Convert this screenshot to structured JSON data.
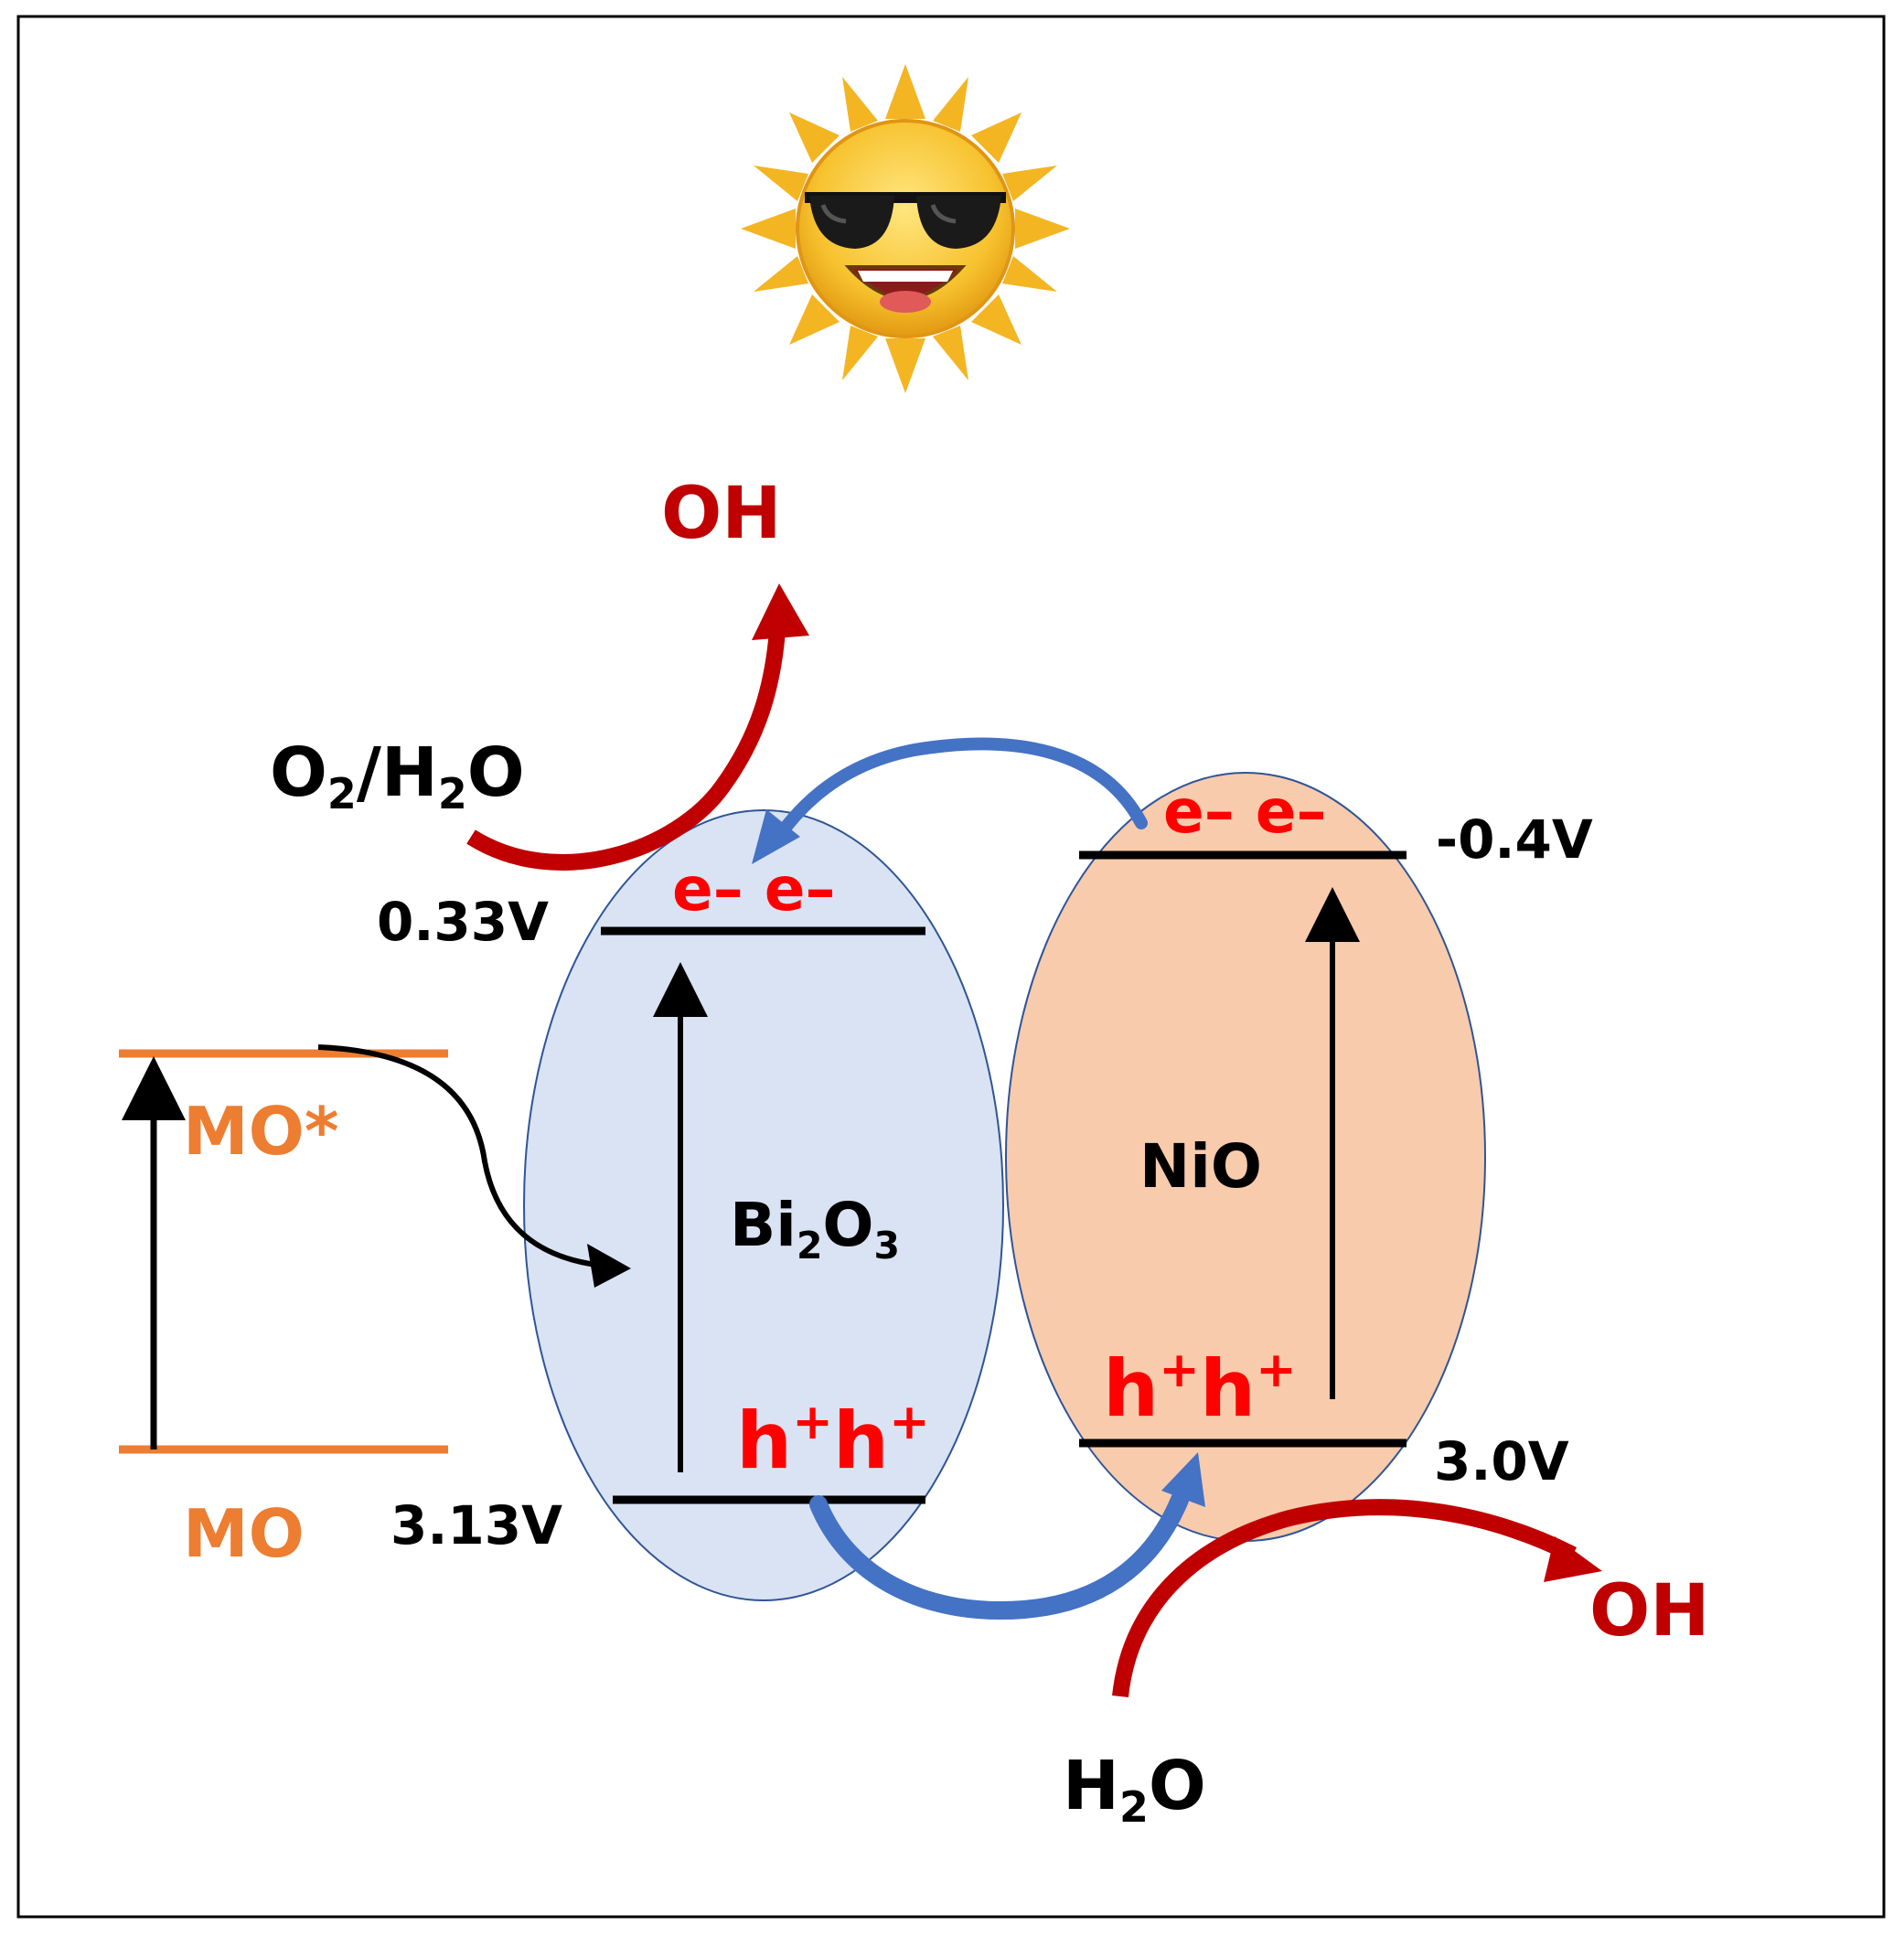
{
  "colors": {
    "bi2o3_fill": "#dae3f3",
    "nio_fill": "#f8cbad",
    "ellipse_stroke": "#2f5597",
    "electron_hole_text": "#ff0000",
    "oh_text": "#c00000",
    "mo_orange": "#ed7d31",
    "transfer_arrow": "#4472c4",
    "reaction_arrow": "#c00000",
    "black": "#000000"
  },
  "icons": {
    "sun": "sun-with-sunglasses-icon"
  },
  "bi2o3": {
    "name": {
      "base1": "Bi",
      "sub1": "2",
      "base2": "O",
      "sub2": "3"
    },
    "cb_potential": "0.33V",
    "vb_potential": "3.13V",
    "electrons": "e– e–",
    "holes": {
      "h1": "h",
      "s1": "+",
      "h2": "h",
      "s2": "+"
    }
  },
  "nio": {
    "name": "NiO",
    "cb_potential": "-0.4V",
    "vb_potential": "3.0V",
    "electrons": "e– e–",
    "holes": {
      "h1": "h",
      "s1": "+",
      "h2": "h",
      "s2": "+"
    }
  },
  "dye": {
    "excited": "MO*",
    "ground": "MO"
  },
  "reactions": {
    "top_reactant": {
      "a": "O",
      "a_sub": "2",
      "b": "/H",
      "b_sub": "2",
      "c": "O"
    },
    "top_product": "OH",
    "bottom_reactant": {
      "a": "H",
      "a_sub": "2",
      "c": "O"
    },
    "bottom_product": "OH"
  }
}
